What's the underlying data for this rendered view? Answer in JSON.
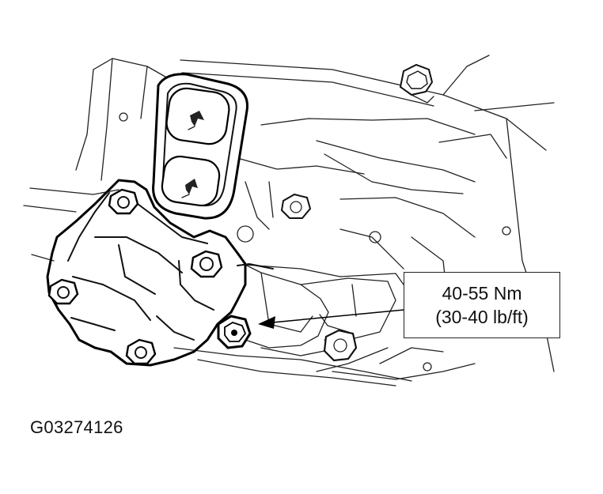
{
  "callout": {
    "torque_metric": "40-55 Nm",
    "torque_imperial": "(30-40 lb/ft)"
  },
  "figure_id": "G03274126",
  "icons": {
    "unlock_button": "unlock-arrow-icon",
    "lock_button": "lock-arrow-icon"
  }
}
